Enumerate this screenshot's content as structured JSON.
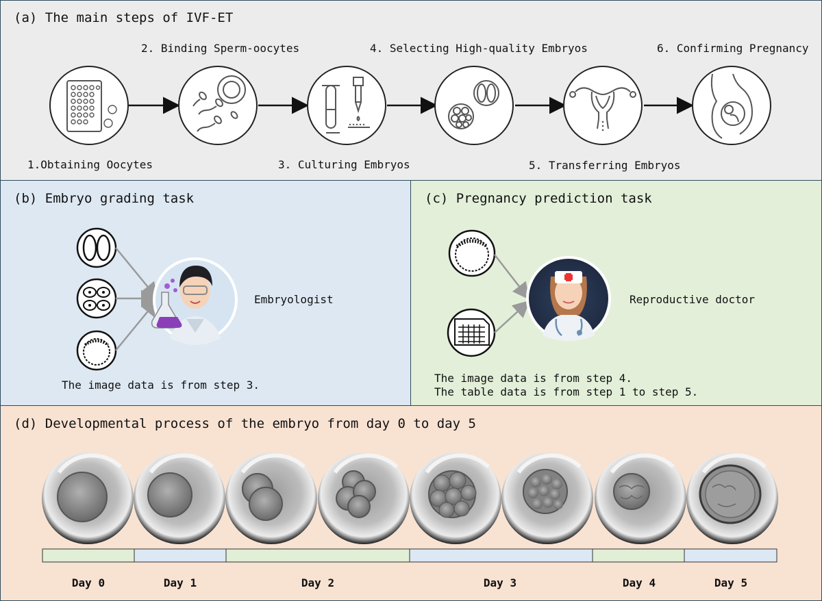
{
  "panel_a": {
    "title": "(a) The main steps of IVF-ET",
    "steps": [
      {
        "label": "1.Obtaining Oocytes",
        "icon": "oocyte-plate-icon"
      },
      {
        "label": "2. Binding Sperm-oocytes",
        "icon": "sperm-oocyte-icon"
      },
      {
        "label": "3. Culturing Embryos",
        "icon": "test-tube-pipette-icon"
      },
      {
        "label": "4. Selecting High-quality Embryos",
        "icon": "embryo-cells-icon"
      },
      {
        "label": "5. Transferring Embryos",
        "icon": "uterus-icon"
      },
      {
        "label": "6. Confirming Pregnancy",
        "icon": "pregnancy-icon"
      }
    ]
  },
  "panel_b": {
    "title": "(b) Embryo grading task",
    "role": "Embryologist",
    "note": "The image data is from step 3."
  },
  "panel_c": {
    "title": "(c) Pregnancy prediction task",
    "role": "Reproductive doctor",
    "note_1": "The image data is from step 4.",
    "note_2": "The table data is from step 1 to step 5."
  },
  "panel_d": {
    "title": "(d) Developmental process of the embryo from day 0 to day 5",
    "days": [
      "Day 0",
      "Day 1",
      "Day 2",
      "Day 3",
      "Day 4",
      "Day 5"
    ],
    "colors": {
      "green": "#e1efd6",
      "blue": "#dce8f4"
    }
  }
}
